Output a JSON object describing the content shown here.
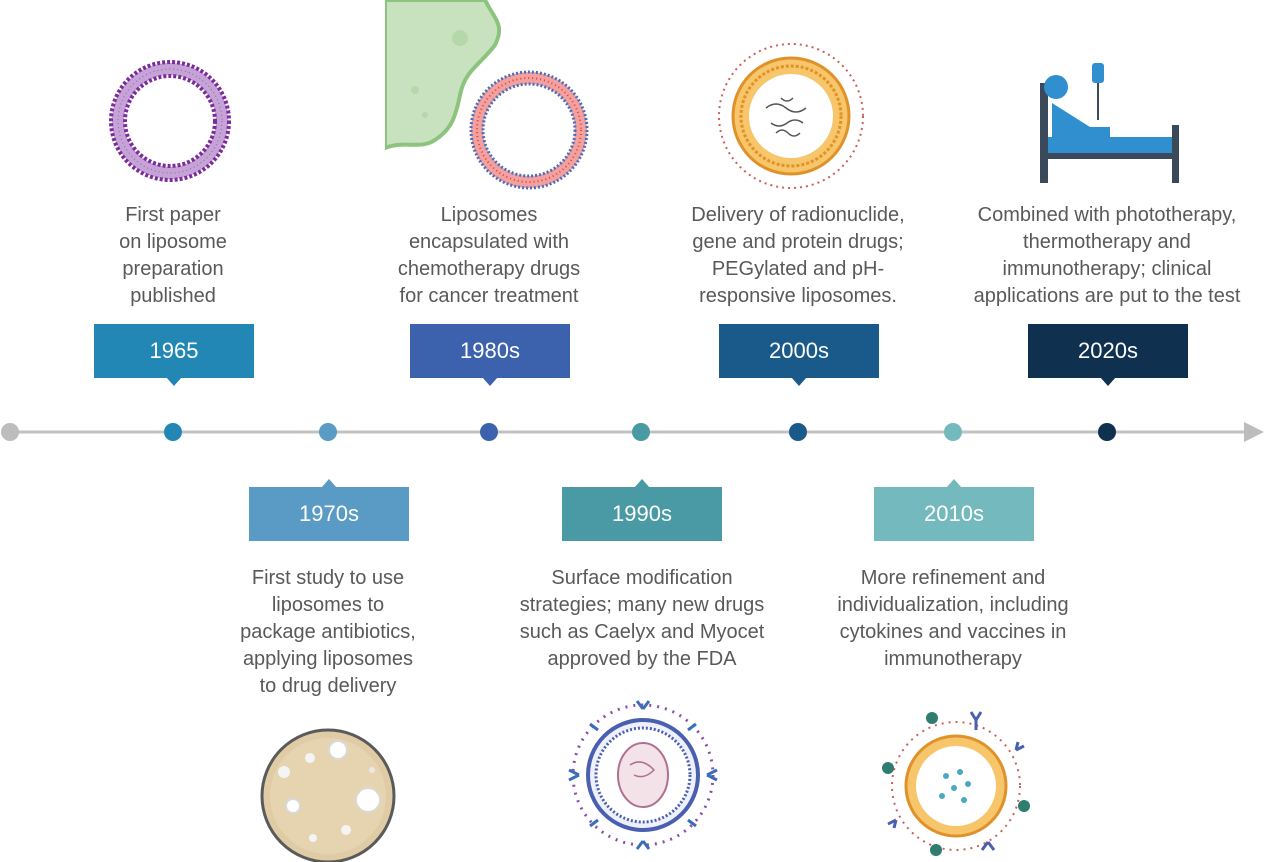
{
  "timeline": {
    "milestones": [
      {
        "year": "1965",
        "text": "First paper\non liposome\npreparation\npublished",
        "color": "#2387b5",
        "pos": "above"
      },
      {
        "year": "1970s",
        "text": "First study to use\nliposomes to\npackage antibiotics,\napplying liposomes\nto drug delivery",
        "color": "#5a9bc6",
        "pos": "below"
      },
      {
        "year": "1980s",
        "text": "Liposomes\nencapsulated with\nchemotherapy drugs\nfor cancer treatment",
        "color": "#3d62ad",
        "pos": "above"
      },
      {
        "year": "1990s",
        "text": "Surface modification\nstrategies; many new drugs\nsuch as Caelyx and Myocet\napproved by the FDA",
        "color": "#4a9aa5",
        "pos": "below"
      },
      {
        "year": "2000s",
        "text": "Delivery of radionuclide,\ngene and protein drugs;\nPEGylated and pH-\nresponsive liposomes.",
        "color": "#1a5a8a",
        "pos": "above"
      },
      {
        "year": "2010s",
        "text": "More refinement and\nindividualization, including\ncytokines and vaccines in\nimmunotherapy",
        "color": "#73b9bd",
        "pos": "below"
      },
      {
        "year": "2020s",
        "text": "Combined with phototherapy,\nthermotherapy and\nimmunotherapy; clinical\napplications are put to the test",
        "color": "#10304f",
        "pos": "above"
      }
    ]
  }
}
